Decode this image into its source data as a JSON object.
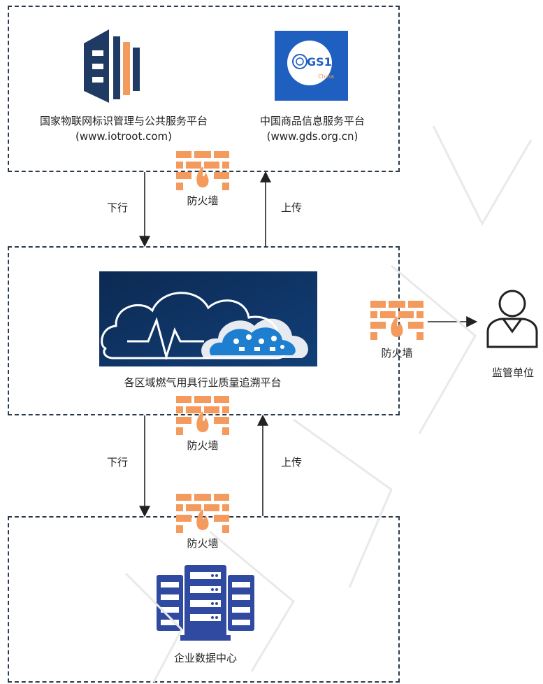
{
  "top": {
    "left_platform": {
      "name": "国家物联网标识管理与公共服务平台",
      "url": "(www.iotroot.com)"
    },
    "right_platform": {
      "name": "中国商品信息服务平台",
      "url": "(www.gds.org.cn)",
      "logo_text": "GS1",
      "logo_sub": "China"
    }
  },
  "middle": {
    "platform_name": "各区域燃气用具行业质量追溯平台"
  },
  "bottom": {
    "name": "企业数据中心"
  },
  "regulator": {
    "label": "监管单位"
  },
  "firewall_label": "防火墙",
  "down_label": "下行",
  "up_label": "上传",
  "colors": {
    "firewall": "#f39a5c",
    "dash": "#2b3a4a",
    "server": "#2f4aa0",
    "gs1_bg": "#1f5fbf",
    "cloud_bg": "#0c2a52"
  }
}
